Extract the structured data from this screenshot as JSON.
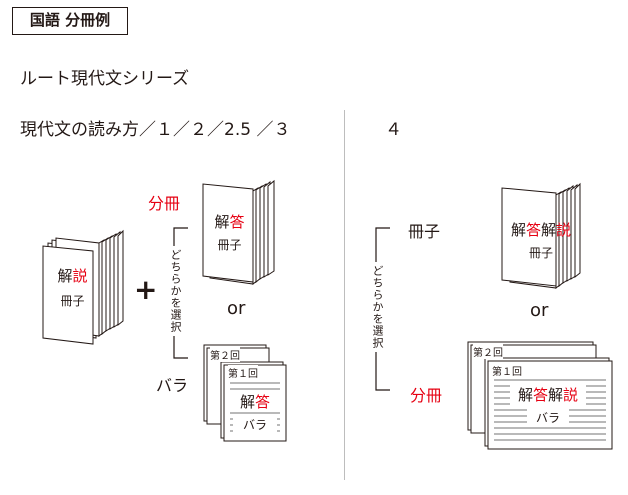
{
  "header": {
    "tag": "国語 分冊例",
    "series_title": "ルート現代文シリーズ"
  },
  "left": {
    "heading": "現代文の読み方／１／２／2.5 ／３",
    "main_book": {
      "line1_a": "解",
      "line1_b": "説",
      "line2": "冊子"
    },
    "plus": "+",
    "bunsatsu_label": "分冊",
    "choice_label": "どちらかを選択",
    "answer_book": {
      "line1_a": "解",
      "line1_b": "答",
      "line2": "冊子"
    },
    "or": "or",
    "bara_label": "バラ",
    "sheet_back": "第２回",
    "sheet_front": "第１回",
    "sheet_text": {
      "line1_a": "解",
      "line1_b": "答",
      "line2": "バラ"
    }
  },
  "right": {
    "heading": "４",
    "sasshi_label": "冊子",
    "choice_label": "どちらかを選択",
    "book": {
      "a": "解",
      "b": "答",
      "c": "解",
      "d": "説",
      "line2": "冊子"
    },
    "or": "or",
    "bunsatsu_label": "分冊",
    "sheet_back": "第２回",
    "sheet_front": "第１回",
    "sheet_text": {
      "a": "解",
      "b": "答",
      "c": "解",
      "d": "説",
      "line2": "バラ"
    }
  },
  "colors": {
    "accent": "#e60012",
    "ink": "#231815",
    "divider": "#bdbdbd"
  }
}
